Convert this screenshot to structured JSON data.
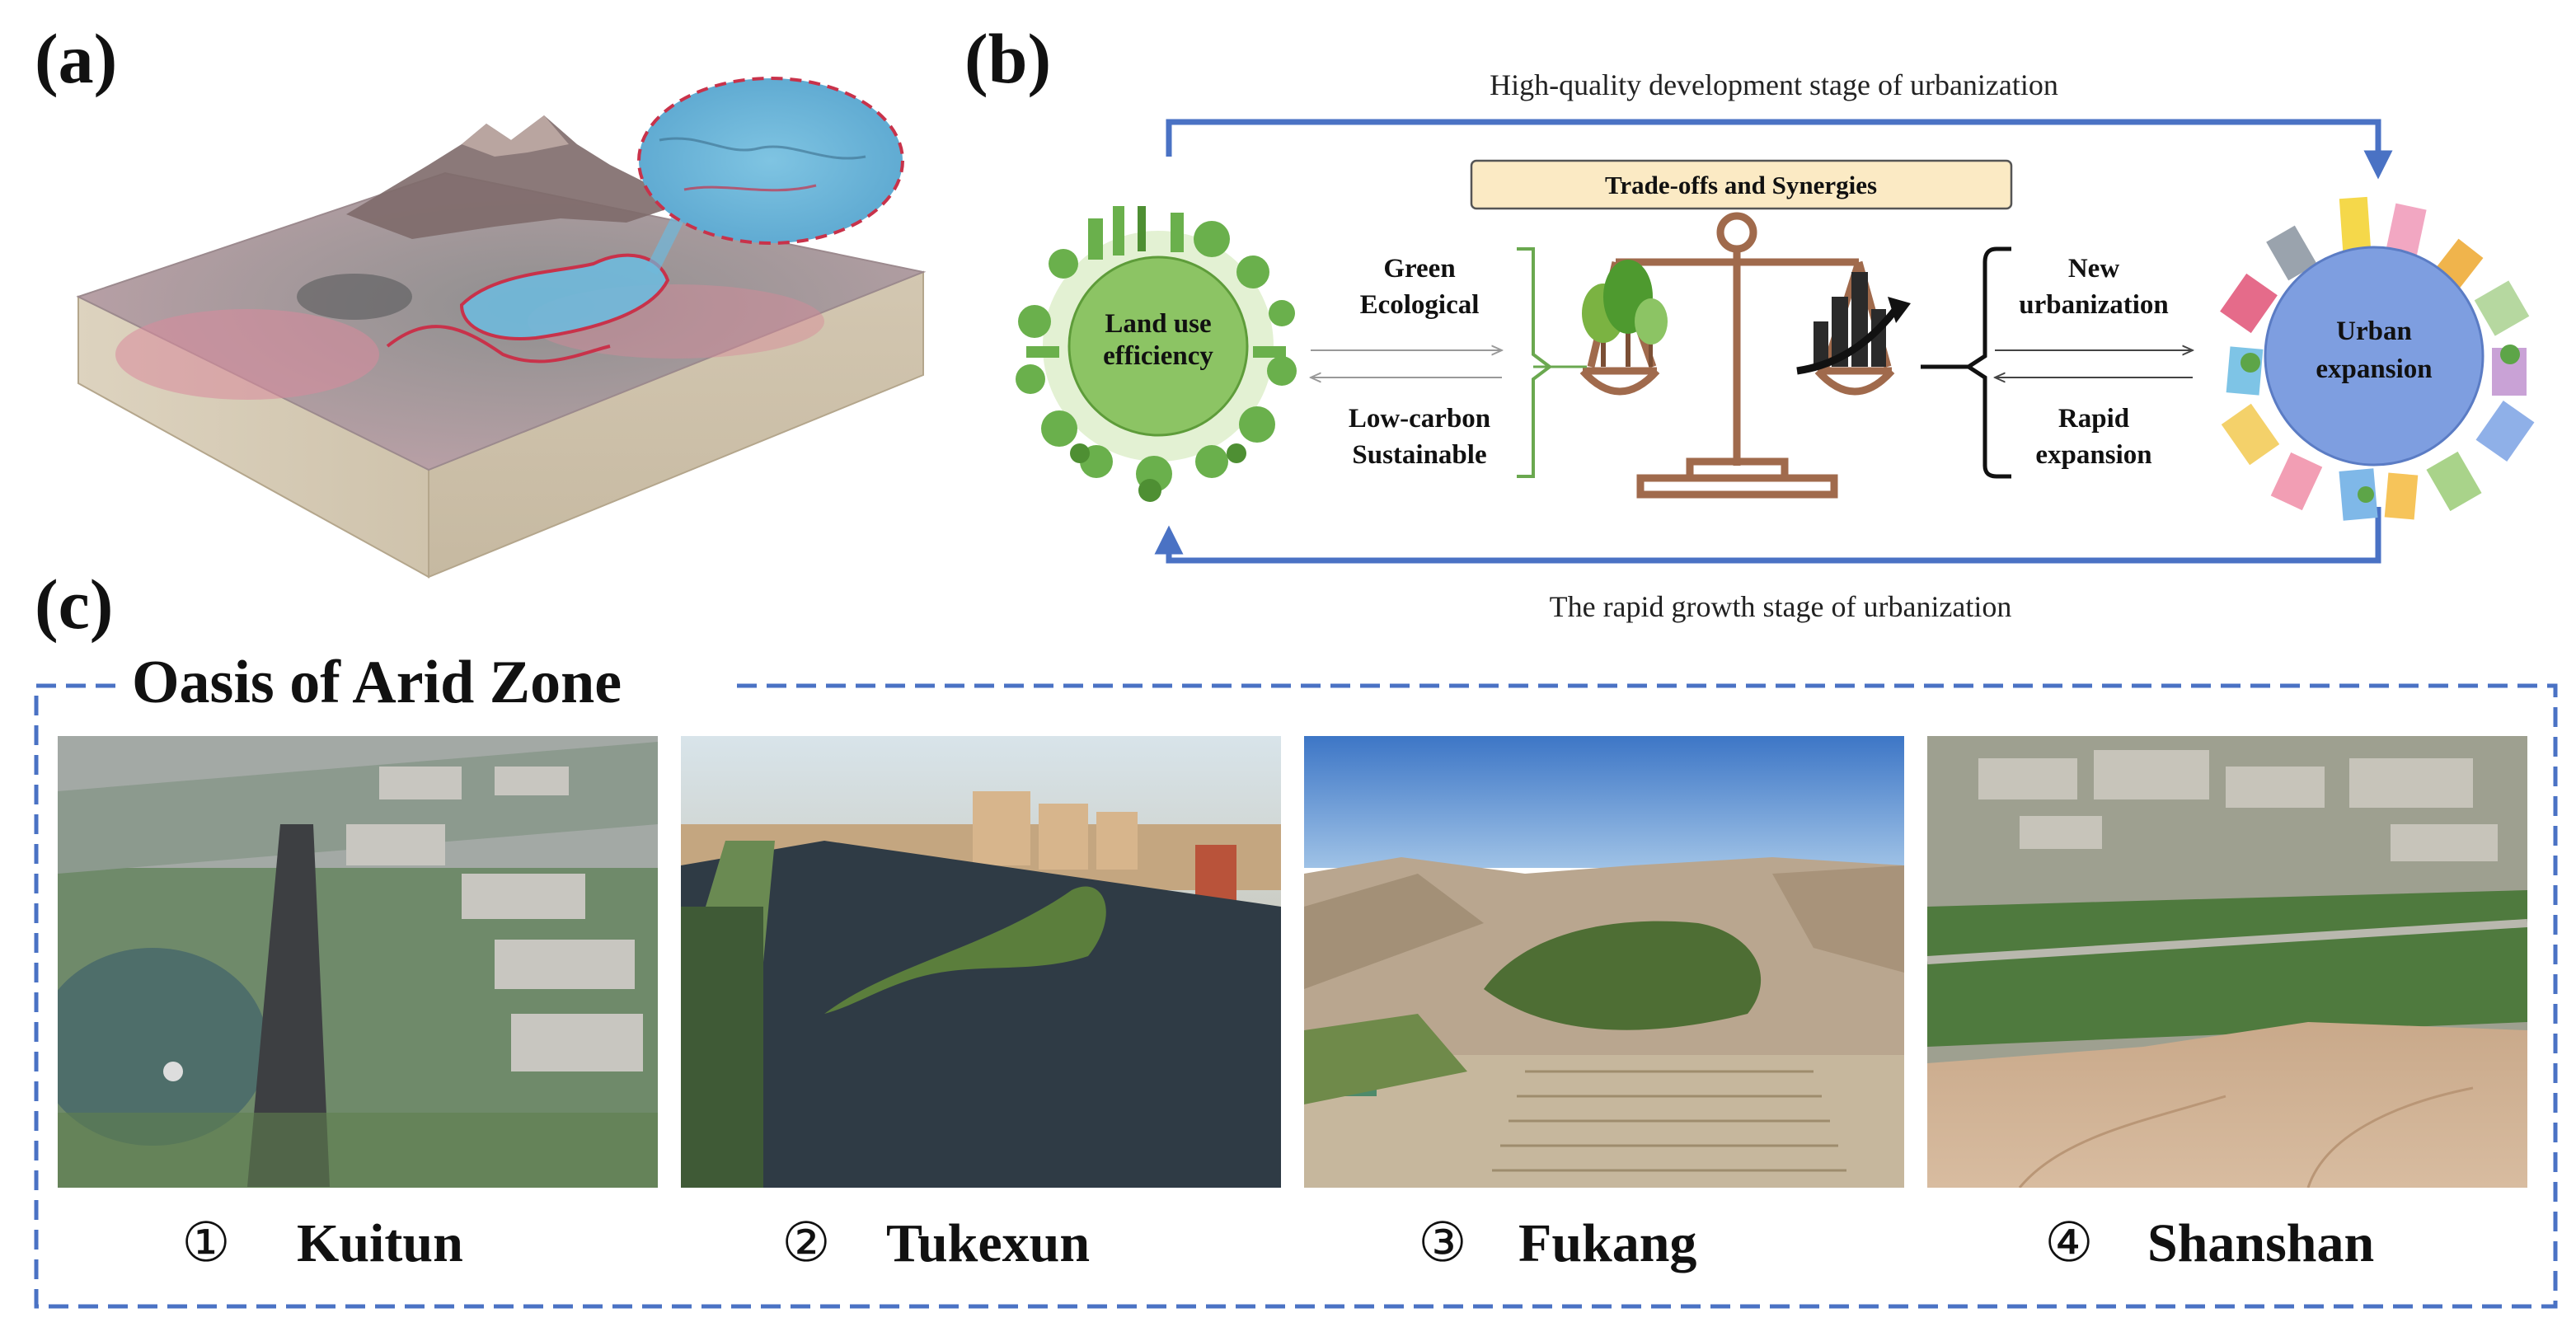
{
  "panel_labels": {
    "a": "(a)",
    "b": "(b)",
    "c": "(c)"
  },
  "panel_b": {
    "top_flow": "High-quality development stage of urbanization",
    "bottom_flow": "The rapid growth stage of urbanization",
    "center_box": "Trade-offs and Synergies",
    "left_node": {
      "line1": "Land use",
      "line2": "efficiency"
    },
    "right_node": {
      "line1": "Urban",
      "line2": "expansion"
    },
    "left_top_terms": {
      "line1": "Green",
      "line2": "Ecological"
    },
    "left_bottom_terms": {
      "line1": "Low-carbon",
      "line2": "Sustainable"
    },
    "right_top_terms": {
      "line1": "New",
      "line2": "urbanization"
    },
    "right_bottom_terms": {
      "line1": "Rapid",
      "line2": "expansion"
    }
  },
  "panel_c": {
    "title": "Oasis of Arid Zone",
    "sites": [
      {
        "num": "①",
        "name": "Kuitun"
      },
      {
        "num": "②",
        "name": "Tukexun"
      },
      {
        "num": "③",
        "name": "Fukang"
      },
      {
        "num": "④",
        "name": "Shanshan"
      }
    ]
  },
  "colors": {
    "flow_arrow": "#4a72c4",
    "left_node_fill": "#8cc464",
    "right_node_fill": "#7e9ee0",
    "scale": "#a06a4c",
    "box_fill": "#fbeac4",
    "bracket_green": "#6aa84f",
    "dashed_border": "#4a72c4"
  }
}
